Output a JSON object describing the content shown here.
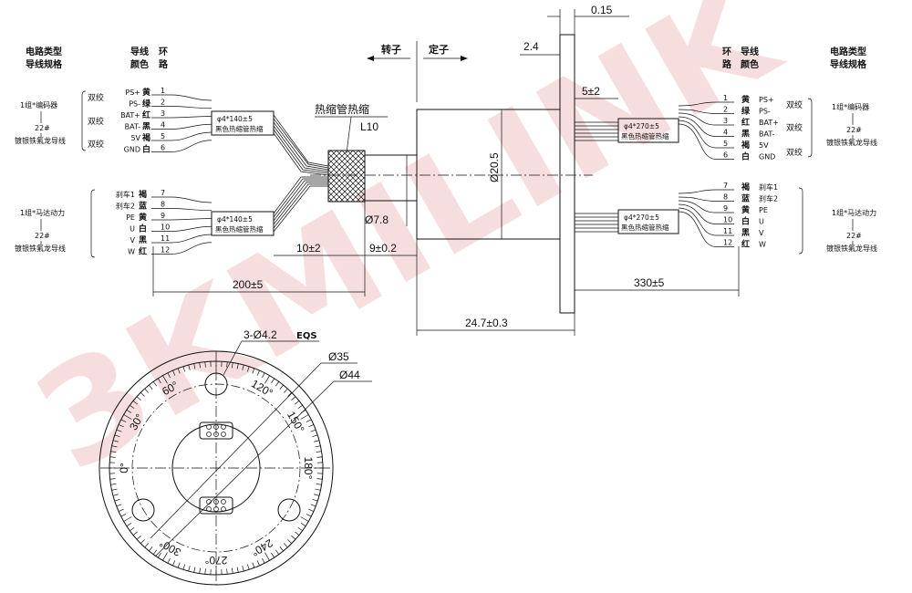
{
  "watermark": "3KMILINK",
  "colors": {
    "watermark": "#e9a3a3",
    "line": "#111111"
  },
  "left_headers": {
    "circuit_type": "电路类型",
    "wire_spec": "导线规格",
    "wire": "导线",
    "color": "颜色",
    "ring": "环",
    "road": "路"
  },
  "right_headers": {
    "ring": "环",
    "road": "路",
    "wire": "导线",
    "color": "颜色",
    "circuit_type": "电路类型",
    "wire_spec": "导线规格"
  },
  "encoder_group": {
    "label": "1组*编码器",
    "gauge": "22#",
    "wire": "镀银铁氟龙导线",
    "twist": "双绞"
  },
  "motor_group": {
    "label": "1组*马达动力",
    "gauge": "22#",
    "wire": "镀银铁氟龙导线"
  },
  "left_encoder_wires": [
    {
      "sig": "PS+",
      "color": "黄",
      "ring": "1"
    },
    {
      "sig": "PS-",
      "color": "绿",
      "ring": "2"
    },
    {
      "sig": "BAT+",
      "color": "红",
      "ring": "3"
    },
    {
      "sig": "BAT-",
      "color": "黑",
      "ring": "4"
    },
    {
      "sig": "5V",
      "color": "褐",
      "ring": "5"
    },
    {
      "sig": "GND",
      "color": "白",
      "ring": "6"
    }
  ],
  "left_motor_wires": [
    {
      "sig": "刹车1",
      "color": "褐",
      "ring": "7"
    },
    {
      "sig": "刹车2",
      "color": "蓝",
      "ring": "8"
    },
    {
      "sig": "PE",
      "color": "黄",
      "ring": "9"
    },
    {
      "sig": "U",
      "color": "白",
      "ring": "10"
    },
    {
      "sig": "V",
      "color": "黑",
      "ring": "11"
    },
    {
      "sig": "W",
      "color": "红",
      "ring": "12"
    }
  ],
  "right_encoder_wires": [
    {
      "ring": "1",
      "color": "黄",
      "sig": "PS+"
    },
    {
      "ring": "2",
      "color": "绿",
      "sig": "PS-"
    },
    {
      "ring": "3",
      "color": "红",
      "sig": "BAT+"
    },
    {
      "ring": "4",
      "color": "黑",
      "sig": "BAT-"
    },
    {
      "ring": "5",
      "color": "褐",
      "sig": "5V"
    },
    {
      "ring": "6",
      "color": "白",
      "sig": "GND"
    }
  ],
  "right_motor_wires": [
    {
      "ring": "7",
      "color": "褐",
      "sig": "刹车1"
    },
    {
      "ring": "8",
      "color": "蓝",
      "sig": "刹车2"
    },
    {
      "ring": "9",
      "color": "黄",
      "sig": "PE"
    },
    {
      "ring": "10",
      "color": "白",
      "sig": "U"
    },
    {
      "ring": "11",
      "color": "黑",
      "sig": "V"
    },
    {
      "ring": "12",
      "color": "红",
      "sig": "W"
    }
  ],
  "sleeves": {
    "left_spec": "φ4*140±5",
    "right_spec": "φ4*270±5",
    "label": "黑色热缩管热缩"
  },
  "heat_shrink": {
    "title": "热缩管热缩",
    "length": "L10"
  },
  "rotor_label": "转子",
  "stator_label": "定子",
  "dimensions": {
    "flange_thk": "0.15",
    "flange_off": "2.4",
    "gap": "5±2",
    "body_dia": "Ø20.5",
    "shaft_dia": "Ø7.8",
    "shrink_len": "10±2",
    "shaft_len": "9±0.2",
    "left_lead": "200±5",
    "right_lead": "330±5",
    "total_len": "24.7±0.3",
    "holes": "3-Ø4.2",
    "holes_eqs": "EQS",
    "pcd": "Ø35",
    "outer": "Ø44"
  },
  "dial_labels": [
    "0°",
    "30°",
    "60°",
    "120°",
    "150°",
    "180°",
    "240°",
    "270°",
    "300°"
  ]
}
